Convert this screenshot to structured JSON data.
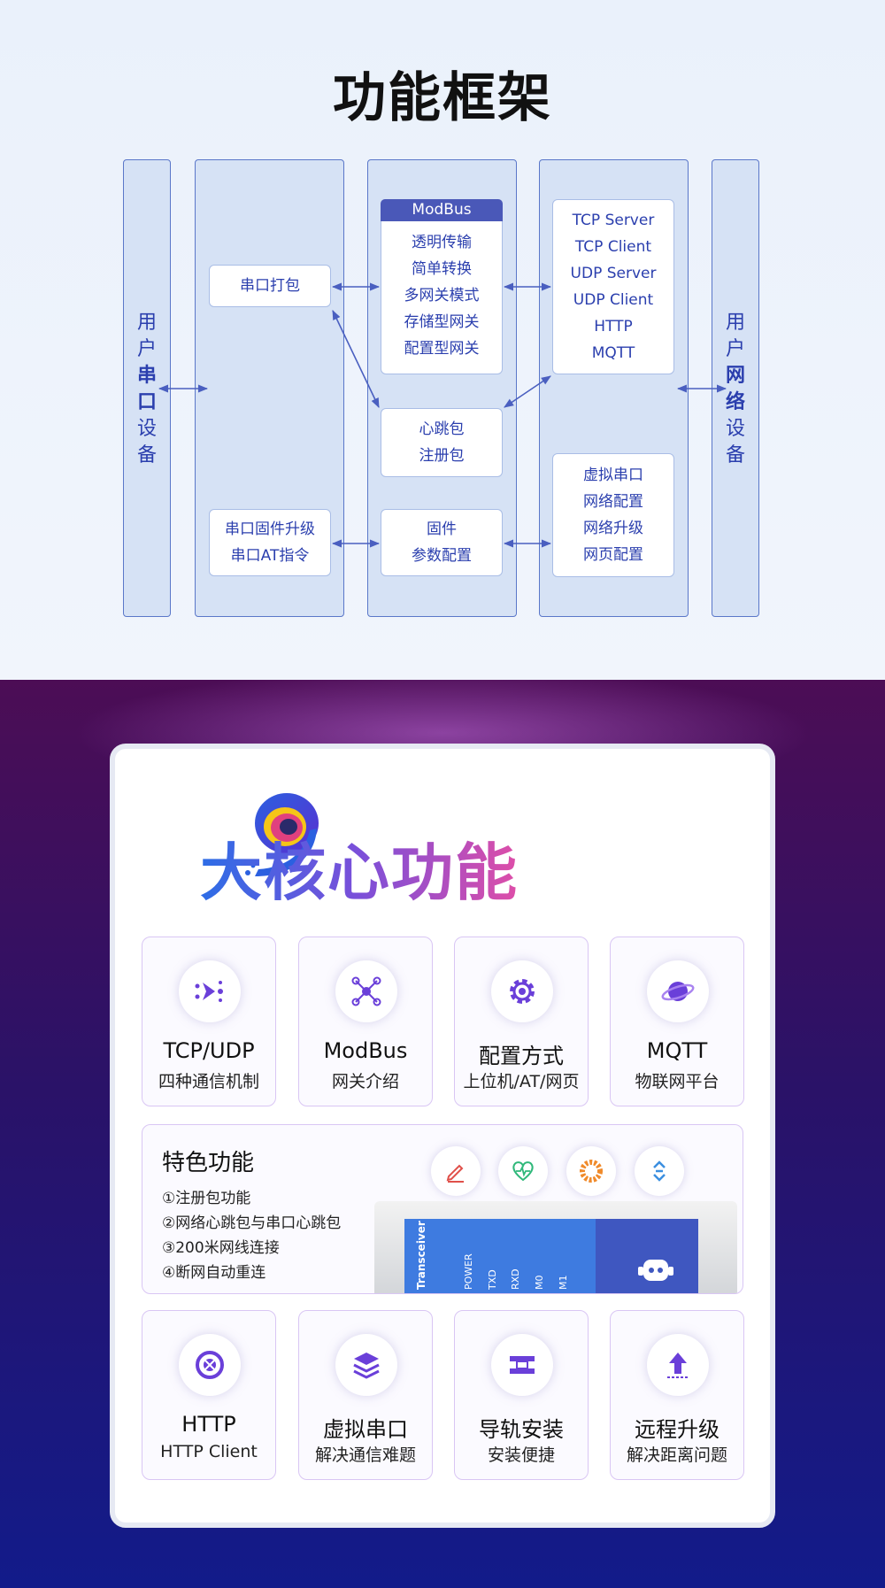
{
  "top": {
    "title": "功能框架",
    "left_device": [
      "用",
      "户",
      "串",
      "口",
      "设",
      "备"
    ],
    "right_device": [
      "用",
      "户",
      "网",
      "络",
      "设",
      "备"
    ],
    "serial_pack": "串口打包",
    "serial_upgrade": [
      "串口固件升级",
      "串口AT指令"
    ],
    "modbus": {
      "header": "ModBus",
      "items": [
        "透明传输",
        "简单转换",
        "多网关模式",
        "存储型网关",
        "配置型网关"
      ]
    },
    "heartbeat": [
      "心跳包",
      "注册包"
    ],
    "firmware": [
      "固件",
      "参数配置"
    ],
    "protocols": [
      "TCP Server",
      "TCP Client",
      "UDP Server",
      "UDP Client",
      "HTTP",
      "MQTT"
    ],
    "network": [
      "虚拟串口",
      "网络配置",
      "网络升级",
      "网页配置"
    ],
    "colors": {
      "accent": "#2b3fae",
      "column": "#d6e2f5",
      "header": "#4a58b8"
    }
  },
  "bottom": {
    "title": "大核心功能",
    "features_top": [
      {
        "icon": "share-arrow-icon",
        "title": "TCP/UDP",
        "subtitle": "四种通信机制"
      },
      {
        "icon": "network-nodes-icon",
        "title": "ModBus",
        "subtitle": "网关介绍"
      },
      {
        "icon": "gear-icon",
        "title": "配置方式",
        "subtitle": "上位机/AT/网页"
      },
      {
        "icon": "planet-icon",
        "title": "MQTT",
        "subtitle": "物联网平台"
      }
    ],
    "special": {
      "title": "特色功能",
      "items": [
        "①注册包功能",
        "②网络心跳包与串口心跳包",
        "③200米网线连接",
        "④断网自动重连"
      ],
      "icons": [
        "pen-icon",
        "heartbeat-icon",
        "signal-icon",
        "link-icon"
      ],
      "device_labels": [
        "Transceiver",
        "POWER",
        "TXD",
        "RXD",
        "M0",
        "M1"
      ]
    },
    "features_bottom": [
      {
        "icon": "http-icon",
        "title": "HTTP",
        "subtitle": "HTTP Client"
      },
      {
        "icon": "layers-icon",
        "title": "虚拟串口",
        "subtitle": "解决通信难题"
      },
      {
        "icon": "rail-icon",
        "title": "导轨安装",
        "subtitle": "安装便捷"
      },
      {
        "icon": "upload-icon",
        "title": "远程升级",
        "subtitle": "解决距离问题"
      }
    ],
    "colors": {
      "icon": "#6a3fd9",
      "gradient_start": "#2d6de6",
      "gradient_end": "#de4ea8"
    }
  }
}
